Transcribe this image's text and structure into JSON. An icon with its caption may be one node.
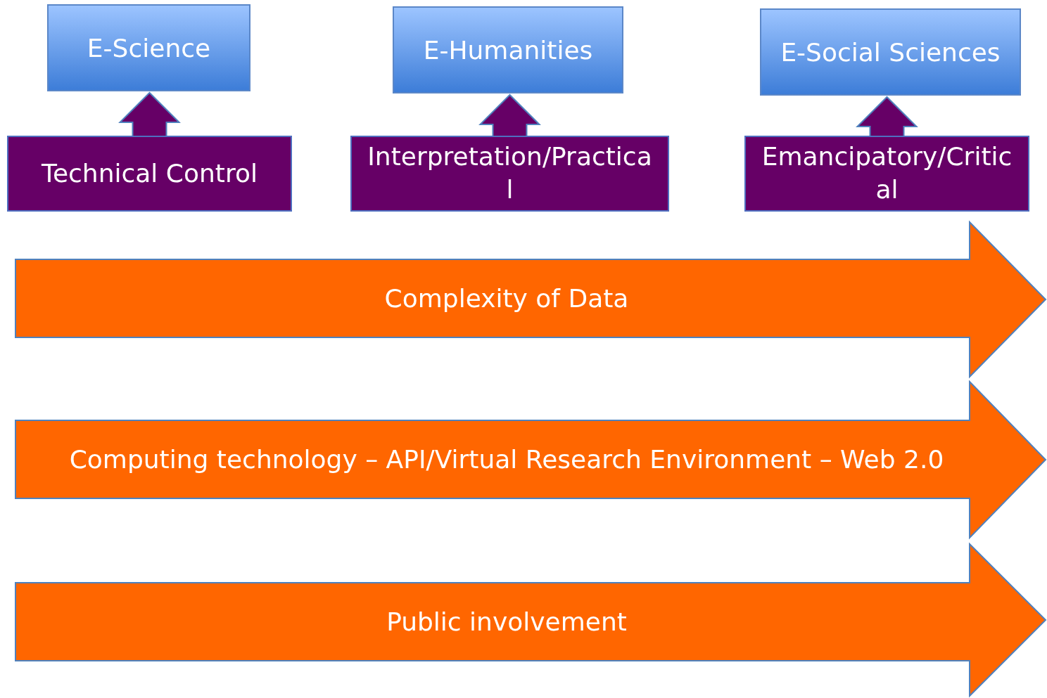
{
  "diagram": {
    "nodes": [
      {
        "text": [
          "E-Science"
        ]
      },
      {
        "text": [
          "E-Humanities"
        ]
      },
      {
        "text": [
          "E-Social Sciences"
        ]
      },
      {
        "text": [
          "Technical Control"
        ]
      },
      {
        "text": [
          "Interpretation/Practical"
        ]
      },
      {
        "text": [
          "Emancipatory/Critical"
        ]
      },
      {
        "text": [
          "Complexity of Data"
        ]
      },
      {
        "text": [
          "Computing technology – API/Virtual Research Environment – Web 2.0"
        ]
      },
      {
        "text": [
          "Public involvement"
        ]
      }
    ],
    "edges": [
      {
        "from": 3,
        "to": 0,
        "arrow": "to",
        "style": "thick"
      },
      {
        "from": 4,
        "to": 1,
        "arrow": "to",
        "style": "thick"
      },
      {
        "from": 5,
        "to": 2,
        "arrow": "to",
        "style": "thick"
      }
    ]
  }
}
